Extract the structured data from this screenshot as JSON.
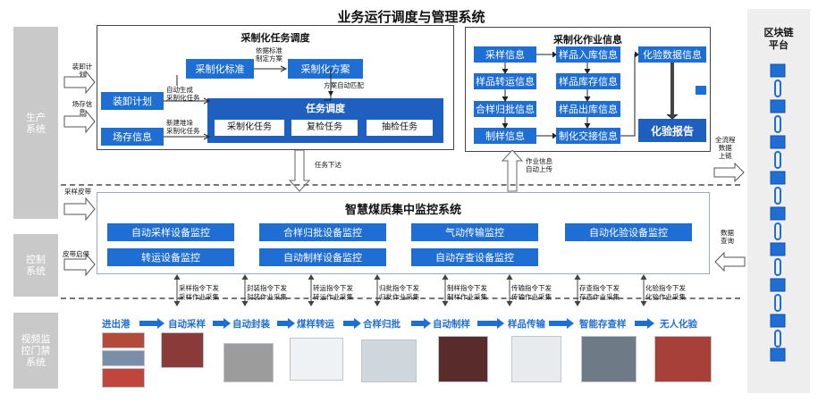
{
  "main_title": "业务运行调度与管理系统",
  "left_labels": {
    "production": "生产系统",
    "control": "控制系统",
    "video": "视频监控门禁系统"
  },
  "side_arrows": {
    "unload_plan": "装卸计划",
    "yard_info": "场存信息",
    "sampling_belt": "采样皮带",
    "belt_start_stop": "皮带启停"
  },
  "task_panel": {
    "title": "采制化任务调度",
    "std_box": "采制化标准",
    "plan_box": "采制化方案",
    "unload_box": "装卸计划",
    "yard_box": "场存信息",
    "note_std_plan": "依据标准\n制定方案",
    "note_auto_gen": "自动生成\n采制化任务",
    "note_new_pile": "新建堆垛\n采制化任务",
    "note_auto_match": "方案自动匹配",
    "dispatch_title": "任务调度",
    "dispatch_items": [
      "采制化任务",
      "复检任务",
      "抽检任务"
    ]
  },
  "info_panel": {
    "title": "采制化作业信息",
    "col1": [
      "采样信息",
      "样品转运信息",
      "合样归批信息",
      "制样信息"
    ],
    "col2": [
      "样品入库信息",
      "样品库存信息",
      "样品出库信息",
      "制化交接信息"
    ],
    "lab_info": "化验数据信息",
    "lab_report": "化验报告"
  },
  "task_issue": "任务下达",
  "work_info_upload": "作业信息\n自动上传",
  "blockchain": {
    "title": "区块链\n平台",
    "full_chain": "全流程\n数据\n上链",
    "data_query": "数据\n查询"
  },
  "monitor": {
    "title": "智慧煤质集中监控系统",
    "row1": [
      "自动采样设备监控",
      "合样归批设备监控",
      "气动传输监控",
      "自动化验设备监控"
    ],
    "row2": [
      "转运设备监控",
      "自动制样设备监控",
      "自动存查设备监控"
    ]
  },
  "commands": [
    [
      "采样指令下发",
      "采样作业采集"
    ],
    [
      "封装指令下发",
      "封装作业采集"
    ],
    [
      "转运指令下发",
      "转运作业采集"
    ],
    [
      "归批指令下发",
      "归批作业采集"
    ],
    [
      "制样指令下发",
      "制样作业采集"
    ],
    [
      "传输指令下发",
      "传输作业采集"
    ],
    [
      "存查指令下发",
      "存查作业采集"
    ],
    [
      "化验指令下发",
      "化验作业采集"
    ]
  ],
  "process": [
    "进出港",
    "自动采样",
    "自动封装",
    "煤样转运",
    "合样归批",
    "自动制样",
    "样品传输",
    "智能存查样",
    "无人化验"
  ],
  "colors": {
    "accent": "#1f6ed4",
    "sidebar": "#c9c9c9"
  }
}
